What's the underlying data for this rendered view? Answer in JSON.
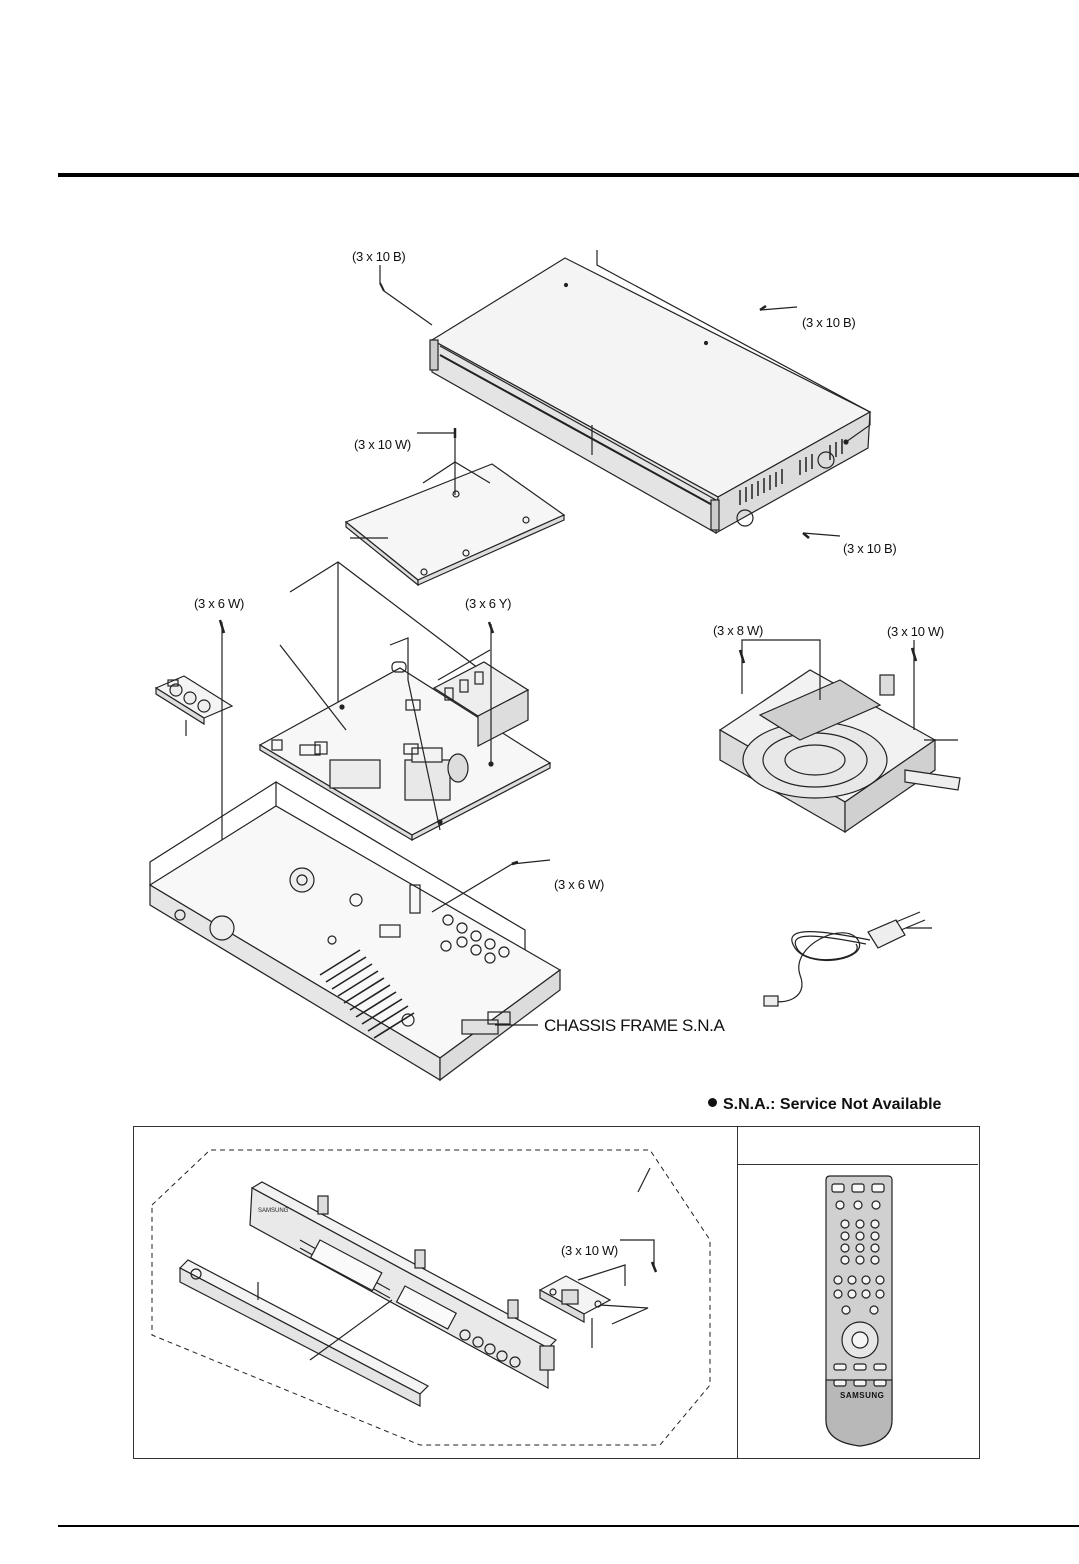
{
  "labels": {
    "screw_top_left": "(3 x 10 B)",
    "screw_top_right": "(3 x 10 B)",
    "screw_back": "(3 x 10 B)",
    "screw_pcb_top": "(3 x 10 W)",
    "screw_jack": "(3 x 6 W)",
    "screw_main": "(3 x 6 Y)",
    "screw_deck_left": "(3 x 8 W)",
    "screw_deck_right": "(3 x 10 W)",
    "screw_chassis": "(3 x 6 W)",
    "chassis_frame": "CHASSIS FRAME S.N.A",
    "screw_front_panel": "(3 x 10 W)"
  },
  "note": "S.N.A.: Service Not Available",
  "remote": {
    "brand": "SAMSUNG"
  },
  "colors": {
    "line": "#222222",
    "fill_light": "#f2f2f2",
    "fill_mid": "#d9d9d9",
    "remote_body": "#c9c9c9"
  }
}
